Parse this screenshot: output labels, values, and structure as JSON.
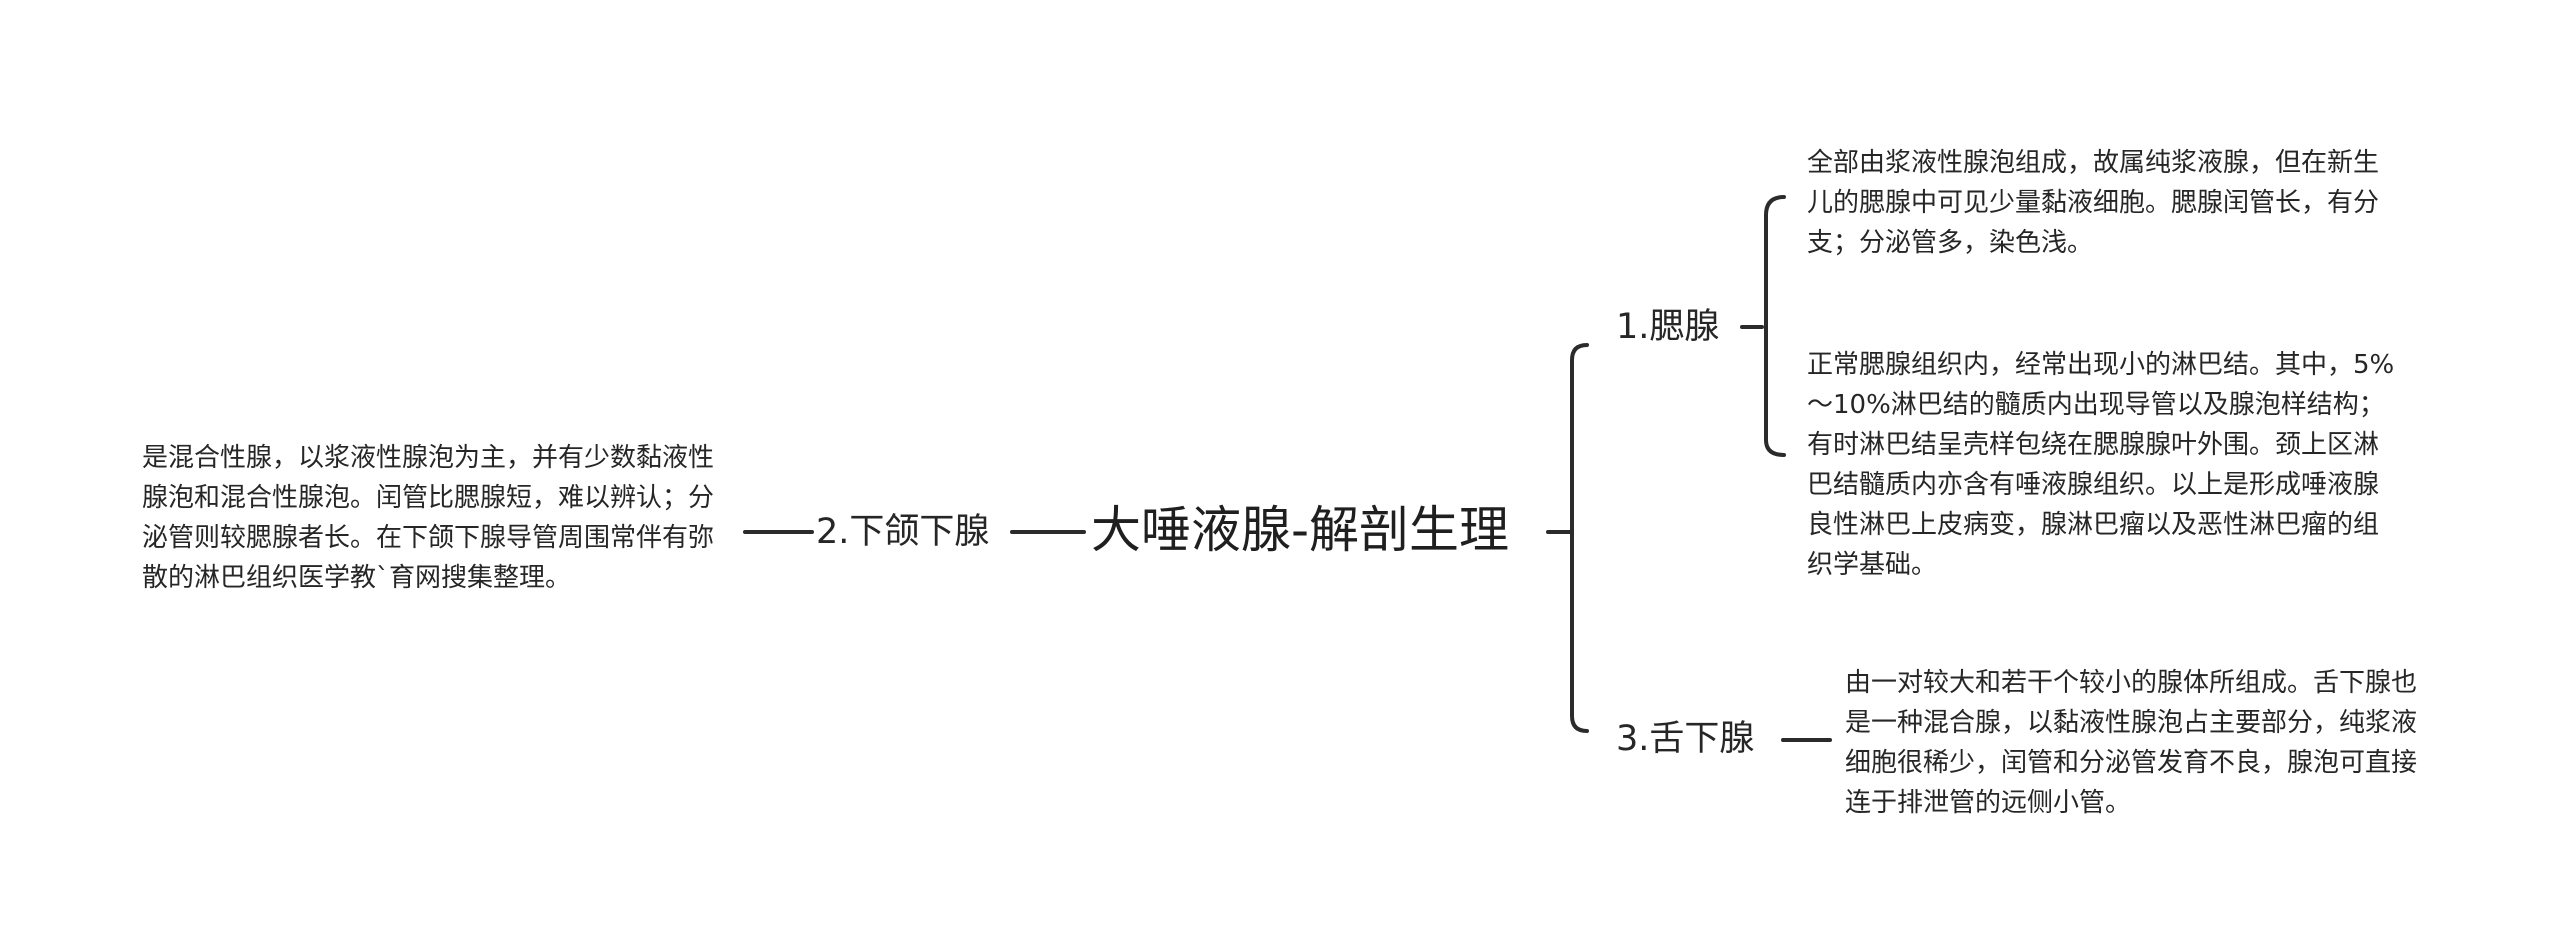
{
  "root": {
    "title": "大唾液腺-解剖生理"
  },
  "branches": {
    "parotid": {
      "label": "1.腮腺",
      "details": [
        "全部由浆液性腺泡组成，故属纯浆液腺，但在新生儿的腮腺中可见少量黏液细胞。腮腺闰管长，有分支；分泌管多，染色浅。",
        "正常腮腺组织内，经常出现小的淋巴结。其中，5%～10%淋巴结的髓质内出现导管以及腺泡样结构；有时淋巴结呈壳样包绕在腮腺腺叶外围。颈上区淋巴结髓质内亦含有唾液腺组织。以上是形成唾液腺良性淋巴上皮病变，腺淋巴瘤以及恶性淋巴瘤的组织学基础。"
      ]
    },
    "submandibular": {
      "label": "2.下颌下腺",
      "details": [
        "是混合性腺，以浆液性腺泡为主，并有少数黏液性腺泡和混合性腺泡。闰管比腮腺短，难以辨认；分泌管则较腮腺者长。在下颌下腺导管周围常伴有弥散的淋巴组织医学教`育网搜集整理。"
      ]
    },
    "sublingual": {
      "label": "3.舌下腺",
      "details": [
        "由一对较大和若干个较小的腺体所组成。舌下腺也是一种混合腺，以黏液性腺泡占主要部分，纯浆液细胞很稀少，闰管和分泌管发育不良，腺泡可直接连于排泄管的远侧小管。"
      ]
    }
  },
  "colors": {
    "line": "#2b2b2b",
    "text": "#262626",
    "background": "#ffffff"
  }
}
